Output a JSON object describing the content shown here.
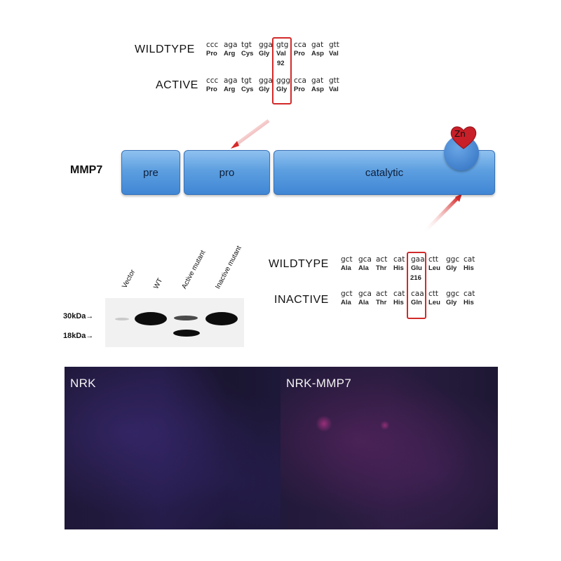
{
  "top_sequence": {
    "wildtype_label": "WILDTYPE",
    "active_label": "ACTIVE",
    "wildtype_codons": [
      "ccc",
      "aga",
      "tgt",
      "gga",
      "gtg",
      "cca",
      "gat",
      "gtt"
    ],
    "wildtype_aa": [
      "Pro",
      "Arg",
      "Cys",
      "Gly",
      "Val",
      "Pro",
      "Asp",
      "Val"
    ],
    "position": "92",
    "active_codons": [
      "ccc",
      "aga",
      "tgt",
      "gga",
      "ggg",
      "cca",
      "gat",
      "gtt"
    ],
    "active_aa": [
      "Pro",
      "Arg",
      "Cys",
      "Gly",
      "Gly",
      "Pro",
      "Asp",
      "Val"
    ]
  },
  "protein": {
    "name": "MMP7",
    "domains": [
      "pre",
      "pro",
      "catalytic"
    ],
    "zinc_label": "Zn"
  },
  "bottom_sequence": {
    "wildtype_label": "WILDTYPE",
    "inactive_label": "INACTIVE",
    "wildtype_codons": [
      "gct",
      "gca",
      "act",
      "cat",
      "gaa",
      "ctt",
      "ggc",
      "cat"
    ],
    "wildtype_aa": [
      "Ala",
      "Ala",
      "Thr",
      "His",
      "Glu",
      "Leu",
      "Gly",
      "His"
    ],
    "position": "216",
    "inactive_codons": [
      "gct",
      "gca",
      "act",
      "cat",
      "caa",
      "ctt",
      "ggc",
      "cat"
    ],
    "inactive_aa": [
      "Ala",
      "Ala",
      "Thr",
      "His",
      "Gln",
      "Leu",
      "Gly",
      "His"
    ]
  },
  "blot": {
    "lanes": [
      "Vector",
      "WT",
      "Active mutant",
      "Inactive mutant"
    ],
    "markers": [
      "30kDa",
      "18kDa"
    ]
  },
  "fluorescence": {
    "left_label": "NRK",
    "right_label": "NRK-MMP7"
  },
  "colors": {
    "highlight": "#d22a2a",
    "domain_blue": "#5d9fe0",
    "zinc_heart": "#c81f28"
  }
}
